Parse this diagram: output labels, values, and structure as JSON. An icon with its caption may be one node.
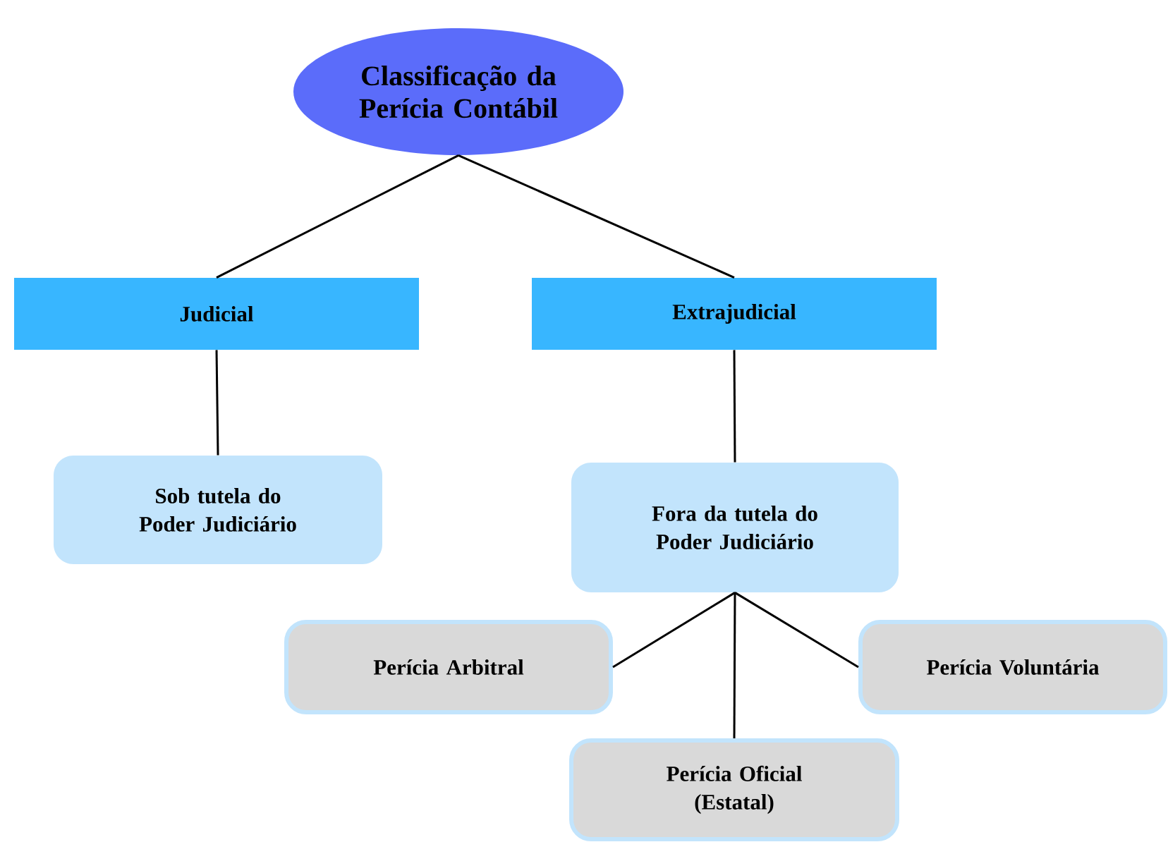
{
  "diagram": {
    "nodes": [
      {
        "text": [
          "Classificação da Perícia Contábil"
        ]
      },
      {
        "text": [
          "Judicial"
        ]
      },
      {
        "text": [
          "Extrajudicial"
        ]
      },
      {
        "text": [
          "Sob tutela do Poder Judiciário"
        ]
      },
      {
        "text": [
          "Fora da tutela do Poder Judiciário"
        ]
      },
      {
        "text": [
          "Perícia Arbitral"
        ]
      },
      {
        "text": [
          "Perícia Oficial (Estatal)"
        ]
      },
      {
        "text": [
          "Perícia Voluntária"
        ]
      }
    ],
    "edges": [
      {
        "from": 0,
        "to": 1,
        "arrow": "none"
      },
      {
        "from": 0,
        "to": 2,
        "arrow": "none"
      },
      {
        "from": 1,
        "to": 3,
        "arrow": "none"
      },
      {
        "from": 2,
        "to": 4,
        "arrow": "none"
      },
      {
        "from": 4,
        "to": 5,
        "arrow": "none"
      },
      {
        "from": 4,
        "to": 6,
        "arrow": "none"
      },
      {
        "from": 4,
        "to": 7,
        "arrow": "none"
      }
    ]
  }
}
